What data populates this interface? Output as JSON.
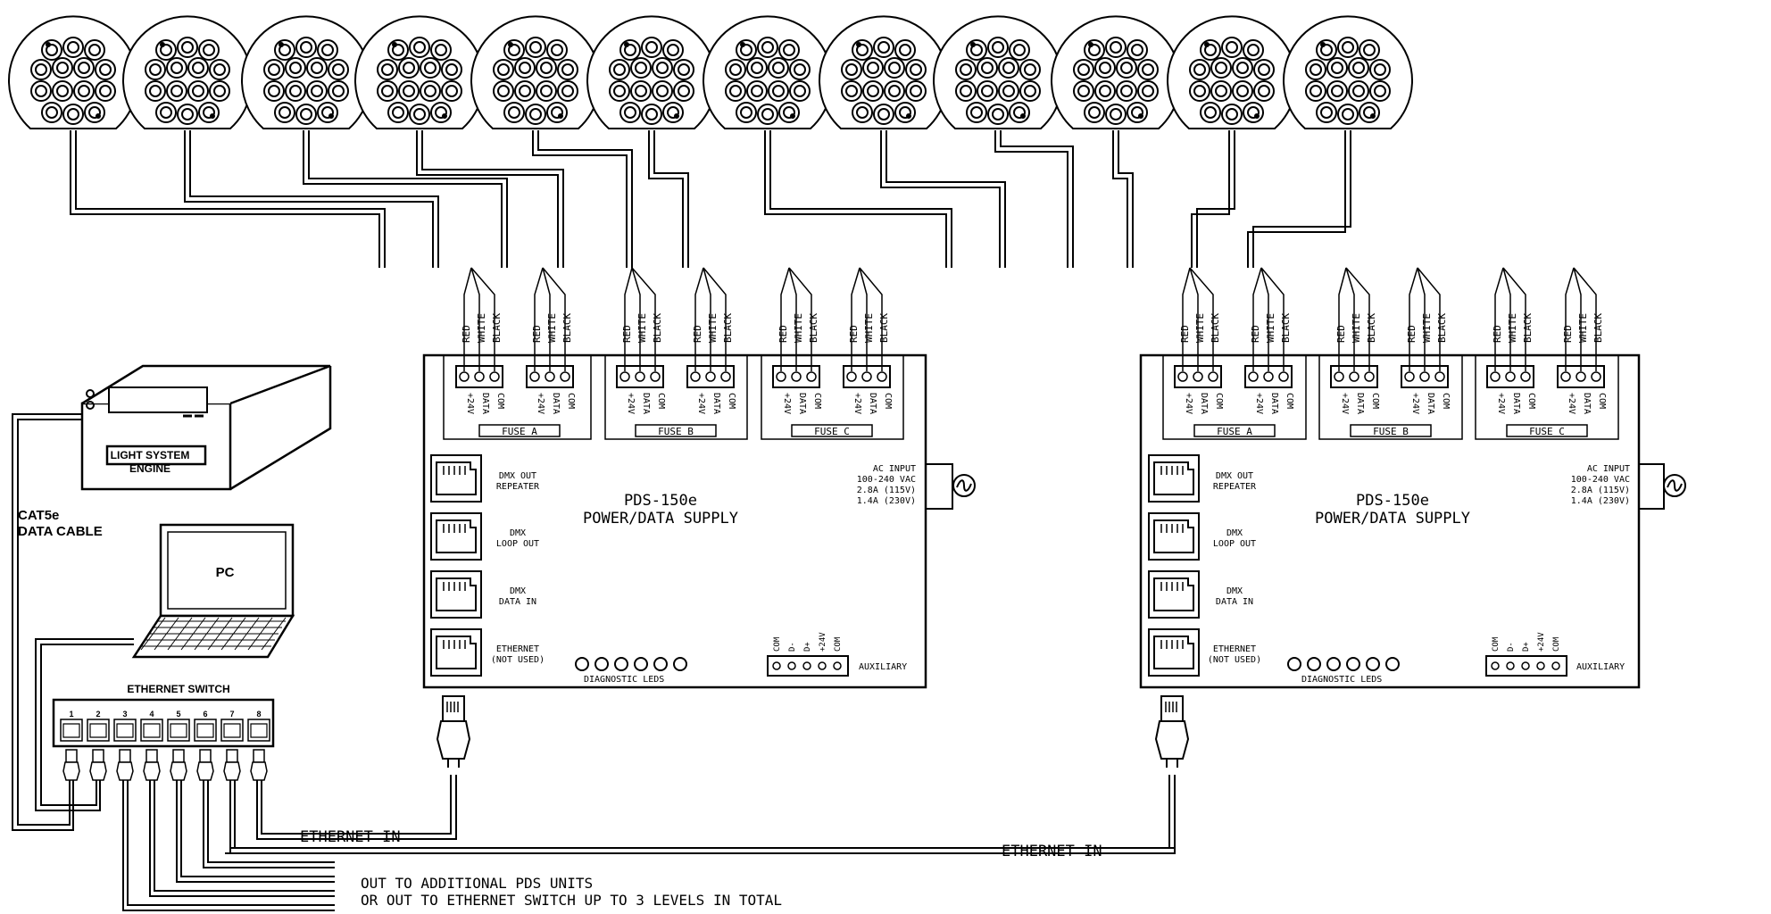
{
  "wire_colors": [
    "RED",
    "WHITE",
    "BLACK"
  ],
  "terminal_labels": [
    "+24V",
    "DATA",
    "COM"
  ],
  "fuses": [
    "FUSE A",
    "FUSE B",
    "FUSE C"
  ],
  "pds_unit": {
    "model": "PDS-150e",
    "subtitle": "POWER/DATA SUPPLY",
    "ac_input_lines": [
      "AC INPUT",
      "100-240 VAC",
      "2.8A (115V)",
      "1.4A (230V)"
    ],
    "ports": [
      {
        "line1": "DMX OUT",
        "line2": "REPEATER"
      },
      {
        "line1": "DMX",
        "line2": "LOOP OUT"
      },
      {
        "line1": "DMX",
        "line2": "DATA IN"
      },
      {
        "line1": "ETHERNET",
        "line2": "(NOT USED)"
      }
    ],
    "diagnostic_label": "DIAGNOSTIC LEDS",
    "auxiliary_label": "AUXILIARY",
    "aux_pins": [
      "COM",
      "D-",
      "D+",
      "+24V",
      "COM"
    ]
  },
  "engine": {
    "line1": "LIGHT SYSTEM",
    "line2": "ENGINE"
  },
  "cable_label": {
    "line1": "CAT5e",
    "line2": "DATA CABLE"
  },
  "pc_label": "PC",
  "switch": {
    "title": "ETHERNET SWITCH",
    "ports": [
      "1",
      "2",
      "3",
      "4",
      "5",
      "6",
      "7",
      "8"
    ]
  },
  "ethernet_in_label": "ETHERNET IN",
  "footer": {
    "line1": "OUT TO ADDITIONAL PDS UNITS",
    "line2": "OR OUT TO ETHERNET SWITCH UP TO 3 LEVELS IN TOTAL"
  },
  "fixture_count": 12,
  "colors": {
    "ink": "#000000",
    "paper": "#ffffff"
  }
}
